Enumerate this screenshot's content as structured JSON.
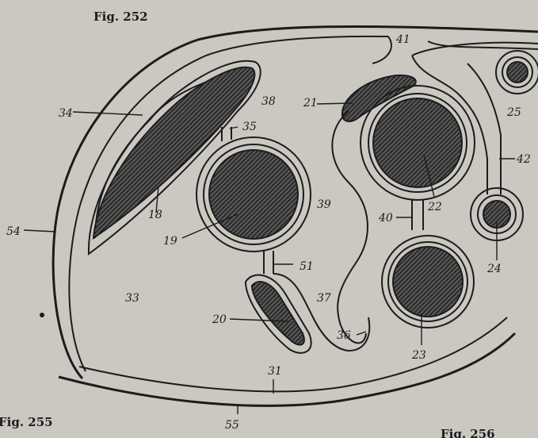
{
  "figure": {
    "caption_top": "Fig. 252",
    "caption_bottom_left": "Fig. 255",
    "caption_bottom_right": "Fig. 256"
  },
  "labels": {
    "l18": "18",
    "l19": "19",
    "l20": "20",
    "l21": "21",
    "l22": "22",
    "l23": "23",
    "l24": "24",
    "l25": "25",
    "l31": "31",
    "l33": "33",
    "l34": "34",
    "l35": "35",
    "l36": "36",
    "l37": "37",
    "l38": "38",
    "l39": "39",
    "l40": "40",
    "l41": "41",
    "l42": "42",
    "l51": "51",
    "l54": "54",
    "l55": "55"
  },
  "colors": {
    "paper": "#cbc8c2",
    "ink": "#1c1c1c",
    "hatch_fill": "#3a3a3a"
  }
}
